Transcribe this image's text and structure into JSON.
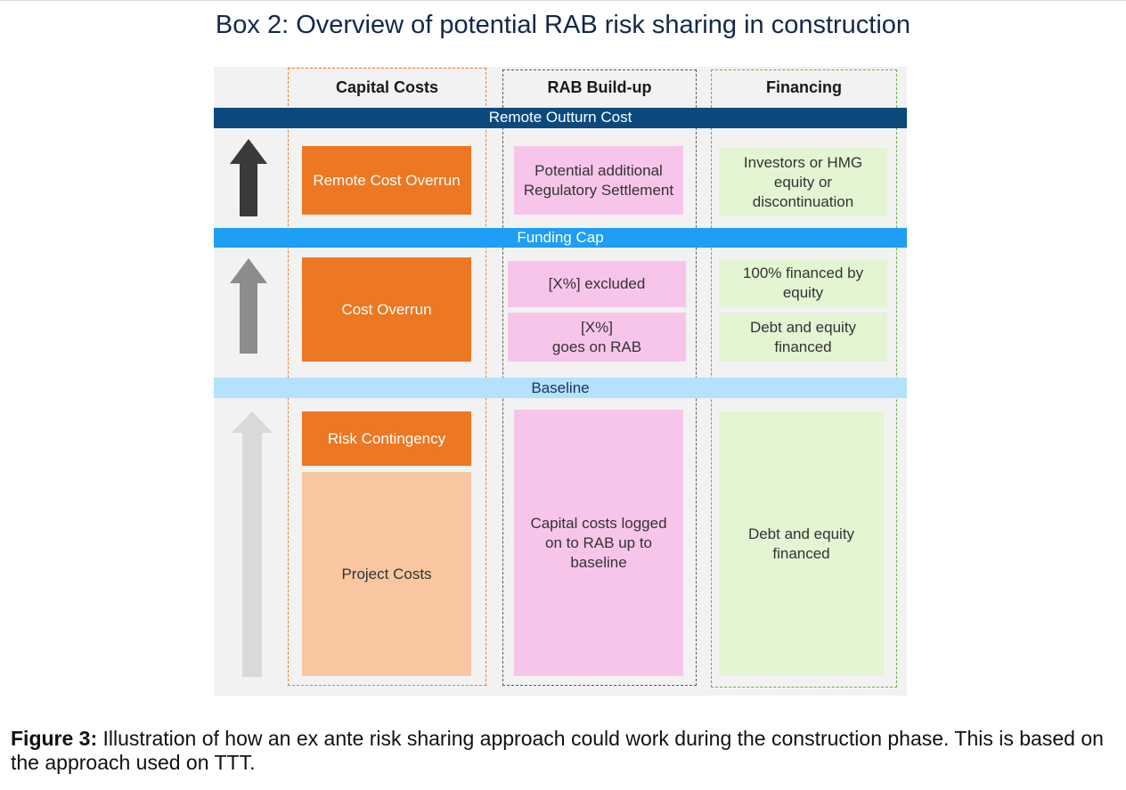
{
  "title": "Box 2: Overview of potential RAB risk sharing in construction",
  "columns": {
    "capital": "Capital Costs",
    "rab": "RAB Build-up",
    "financing": "Financing"
  },
  "bands": {
    "remote_outturn": "Remote Outturn Cost",
    "funding_cap": "Funding Cap",
    "baseline": "Baseline"
  },
  "capital": {
    "remote_cost_overrun": "Remote Cost Overrun",
    "cost_overrun": "Cost Overrun",
    "risk_contingency": "Risk Contingency",
    "project_costs": "Project Costs"
  },
  "rab": {
    "regulatory_settlement": "Potential additional Regulatory Settlement",
    "excluded": "[X%] excluded",
    "on_rab_pct": "[X%]",
    "on_rab_text": "goes on RAB",
    "logged": "Capital costs logged on to RAB up to baseline"
  },
  "financing": {
    "investors": "Investors or HMG equity or discontinuation",
    "equity_100": "100% financed by equity",
    "debt_equity_mid": "Debt and equity financed",
    "debt_equity_low": "Debt and equity financed"
  },
  "caption": {
    "label": "Figure 3:",
    "text": " Illustration of how an ex ante risk sharing approach could work during the construction phase. This is based on the approach used on TTT."
  },
  "colors": {
    "navy_band": "#0c4a7e",
    "blue_band": "#1e9ef5",
    "light_blue_band": "#b4e1fb",
    "orange": "#ed7722",
    "peach": "#f8c7a1",
    "pink": "#f8c5ea",
    "green": "#e3f5d2",
    "arrow_dark": "#3a3a3a",
    "arrow_mid": "#8c8c8c",
    "arrow_light": "#d9d9d9"
  }
}
